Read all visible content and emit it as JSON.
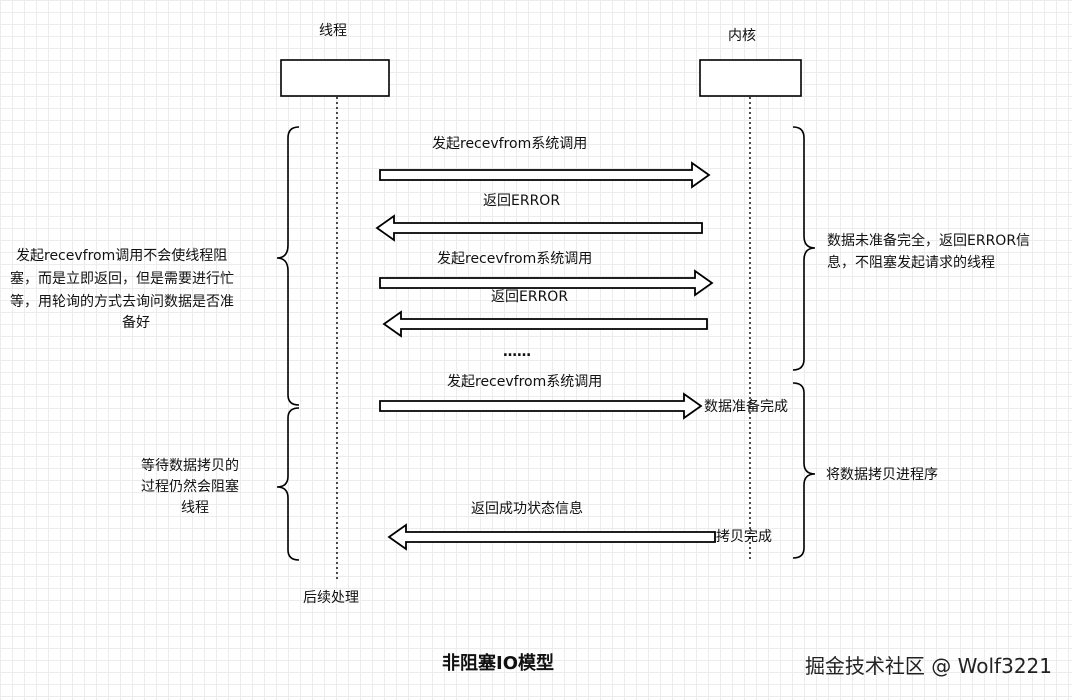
{
  "participants": {
    "thread": "线程",
    "kernel": "内核"
  },
  "messages": [
    "发起recevfrom系统调用",
    "返回ERROR",
    "发起recevfrom系统调用",
    "返回ERROR",
    "发起recevfrom系统调用",
    "返回成功状态信息"
  ],
  "ellipsis": "……",
  "kernel_events": {
    "data_ready": "数据准备完成",
    "copy_done": "拷贝完成"
  },
  "left_notes": {
    "polling_line1": "发起recevfrom调用不会使线程阻",
    "polling_line2": "塞，而是立即返回，但是需要进行忙",
    "polling_line3": "等，用轮询的方式去询问数据是否准",
    "polling_line4": "备好",
    "copy_line1": "等待数据拷贝的",
    "copy_line2": "过程仍然会阻塞",
    "copy_line3": "线程"
  },
  "right_notes": {
    "not_ready_line1": "数据未准备完全，返回ERROR信",
    "not_ready_line2": "息，不阻塞发起请求的线程",
    "copy_to_process": "将数据拷贝进程序"
  },
  "footer": {
    "after": "后续处理"
  },
  "title": "非阻塞IO模型",
  "watermark": "掘金技术社区 @ Wolf3221"
}
